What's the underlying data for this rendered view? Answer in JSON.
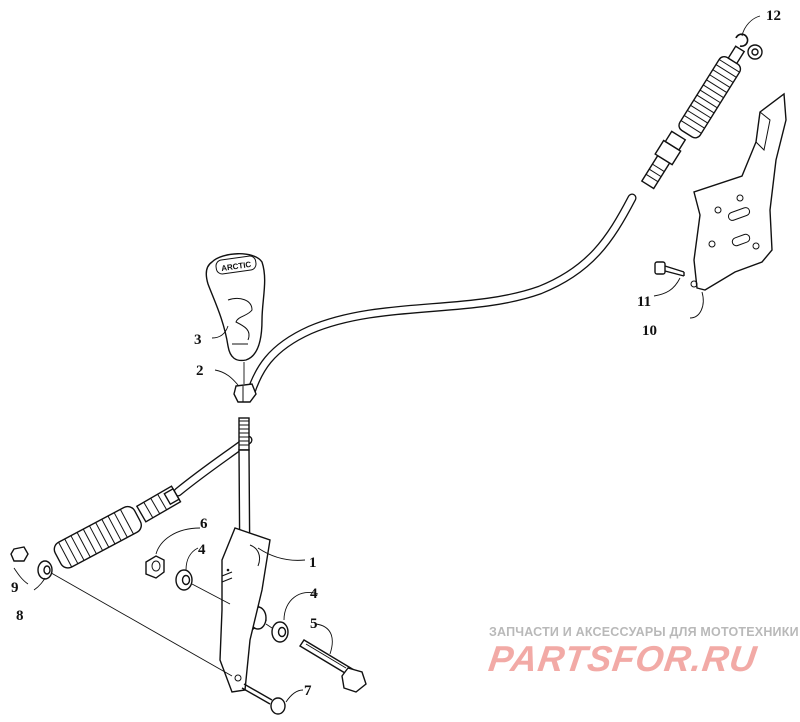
{
  "callouts": [
    {
      "id": "1",
      "label": "1"
    },
    {
      "id": "2",
      "label": "2"
    },
    {
      "id": "3",
      "label": "3"
    },
    {
      "id": "4a",
      "label": "4"
    },
    {
      "id": "4b",
      "label": "4"
    },
    {
      "id": "5",
      "label": "5"
    },
    {
      "id": "6",
      "label": "6"
    },
    {
      "id": "7",
      "label": "7"
    },
    {
      "id": "8",
      "label": "8"
    },
    {
      "id": "9",
      "label": "9"
    },
    {
      "id": "10",
      "label": "10"
    },
    {
      "id": "11",
      "label": "11"
    },
    {
      "id": "12",
      "label": "12"
    }
  ],
  "knob_marking": "ARCTIC",
  "watermark": {
    "tagline": "ЗАПЧАСТИ И АКСЕССУАРЫ ДЛЯ МОТОТЕХНИКИ",
    "logo": "PARTSFOR.RU"
  }
}
